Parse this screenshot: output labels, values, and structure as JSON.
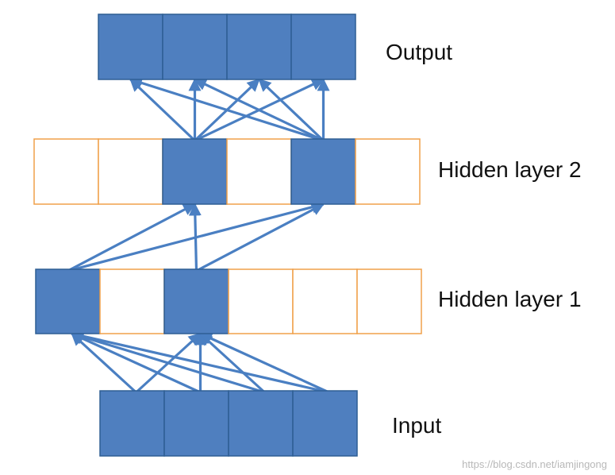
{
  "layers": {
    "output": {
      "label": "Output",
      "units": 4,
      "active": [
        0,
        1,
        2,
        3
      ]
    },
    "hidden2": {
      "label": "Hidden layer 2",
      "units": 6,
      "active": [
        2,
        4
      ]
    },
    "hidden1": {
      "label": "Hidden layer 1",
      "units": 6,
      "active": [
        0,
        2
      ]
    },
    "input": {
      "label": "Input",
      "units": 4,
      "active": [
        0,
        1,
        2,
        3
      ]
    }
  },
  "colors": {
    "active_fill": "#4f7fbf",
    "active_stroke": "#2f5f94",
    "dropped_stroke": "#f0a04a",
    "arrow": "#4a7fc2"
  },
  "watermark": "https://blog.csdn.net/iamjingong"
}
